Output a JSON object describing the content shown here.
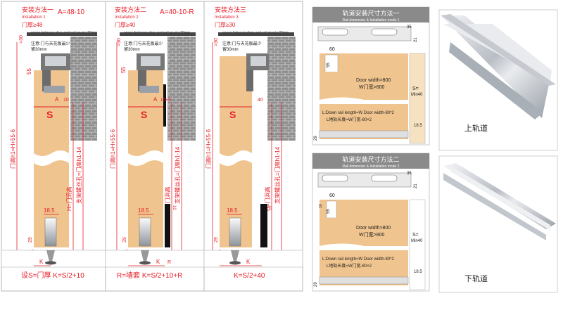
{
  "panels": [
    {
      "title": "安装方法一",
      "subtitle": "Installation 1",
      "formula": "A=48-10",
      "thickness": "门厚≥48",
      "space_note_en": "space between door and ceil must:>30mm",
      "space_note_cn1": "注意:门与天花板最少",
      "space_note_cn2": "留30mm",
      "dim_top": ">30",
      "dim_55": "55",
      "dim_a": "A",
      "dim_10": "10",
      "label_s": "S",
      "dim_left": "门高h1=H+55-6",
      "dim_mid": "H=门洞高",
      "dim_right": "支架螺丝孔=门高h1-14",
      "dim_185": "18.5",
      "dim_29": "29",
      "dim_6": "6",
      "label_k": "K",
      "footer": "设S=门厚   K=S/2+10"
    },
    {
      "title": "安装方法二",
      "subtitle": "Installation 2",
      "formula": "A=40-10-R",
      "thickness": "门厚≥40",
      "space_note_en": "space between door and ceil must:>30mm",
      "space_note_cn1": "注意:门与天花板最少",
      "space_note_cn2": "留30mm",
      "dim_top": ">30",
      "dim_55": "55",
      "dim_a": "A",
      "dim_10": "10+R",
      "label_s": "S",
      "dim_left": "门高h1=H+55-6",
      "dim_mid": "H=门洞高",
      "dim_right": "支架螺丝孔=门高h1-14",
      "dim_185": "18.5",
      "dim_29": "29",
      "dim_6": "6",
      "label_k": "K",
      "dim_r": "R",
      "dim_10b": "10",
      "footer": "R=墙套   K=S/2+10+R"
    },
    {
      "title": "安装方法三",
      "subtitle": "Installation 3",
      "formula": "",
      "thickness": "门厚≥30",
      "space_note_en": "space between door and ceil must:>30mm",
      "space_note_cn1": "注意:门与天花板最少",
      "space_note_cn2": "留30mm",
      "dim_top": ">30",
      "dim_55": "55",
      "dim_a": "",
      "dim_10": "40",
      "label_s": "S",
      "dim_left": "门高h1=H+55-6",
      "dim_mid": "H=门洞高",
      "dim_right": "支架螺丝孔=门高h1-14",
      "dim_185": "18.5",
      "dim_29": "29",
      "dim_6": "6",
      "label_k": "K",
      "dim_10b": "10",
      "footer": "K=S/2+40"
    }
  ],
  "rail1": {
    "title": "轨道安装尺寸方法一",
    "subtitle": "Rail dimension & Installation mode 1",
    "dim_60": "60",
    "dim_35": "35",
    "dim_21": "21",
    "dim_55": "55",
    "door_en": "Door width>800",
    "door_cn": "W门宽>800",
    "s_min": "S=",
    "s_min2": "Min40",
    "down_en": "L:Down rail length=W Door width-80*2",
    "down_cn": "L地轨长度=W门宽-80×2",
    "dim_29": "29",
    "dim_185": "18.5"
  },
  "rail2": {
    "title": "轨道安装尺寸方法二",
    "subtitle": "Rail dimension & Installation mode 2",
    "dim_60": "60",
    "dim_35": "35",
    "dim_21": "21",
    "dim_55": "55",
    "dim_10": "10",
    "door_en": "Door width>800",
    "door_cn": "W门宽>800",
    "s_min": "S=",
    "s_min2": "Min40",
    "down_en": "L:Down rail length=W Door width-80*2",
    "down_cn": "L地轨长度=W门宽-80×2",
    "dim_29": "29",
    "dim_185": "18.5"
  },
  "photos": {
    "upper_label": "上轨道",
    "lower_label": "下轨道"
  },
  "colors": {
    "wood": "#f0c48e",
    "red": "#e6202a",
    "brick": "#8f8f8f",
    "rail_header": "#8a8a8a"
  }
}
